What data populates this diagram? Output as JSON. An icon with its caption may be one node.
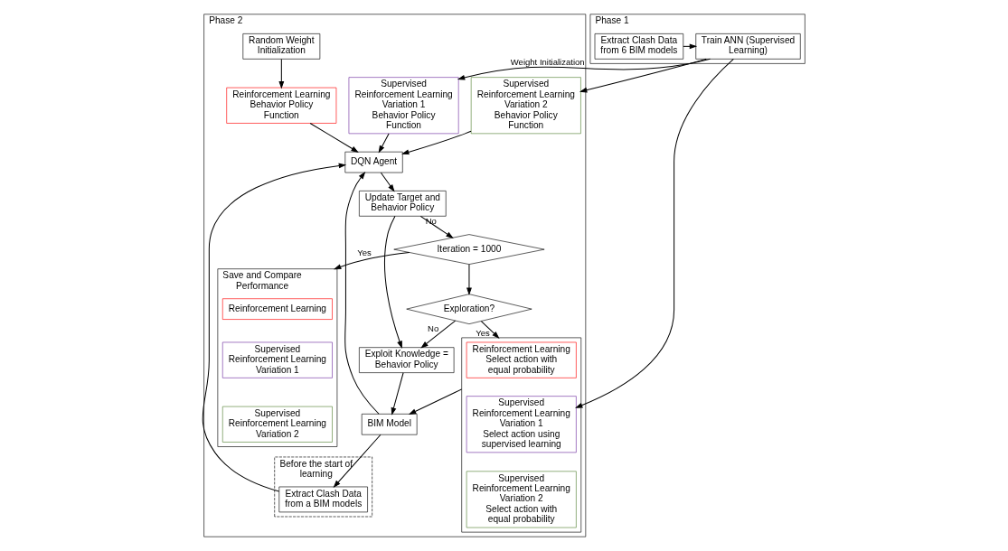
{
  "diagram": {
    "nodes": [
      {
        "text": [
          "Phase 1"
        ]
      },
      {
        "text": [
          "Extract Clash Data from 6 BIM models"
        ],
        "in": 0
      },
      {
        "text": [
          "Train ANN (Supervised Learning)"
        ],
        "in": 0
      },
      {
        "text": [
          "Phase 2"
        ]
      },
      {
        "text": [
          "Random Weight Initialization"
        ],
        "in": 3
      },
      {
        "text": [
          "Reinforcement Learning",
          "Behavior Policy Function"
        ],
        "in": 3
      },
      {
        "text": [
          "Supervised Reinforcement Learning Variation 1",
          "Behavior Policy Function"
        ],
        "in": 3
      },
      {
        "text": [
          "Supervised Reinforcement Learning Variation 2",
          "Behavior Policy Function"
        ],
        "in": 3
      },
      {
        "text": [
          "Iteration = 1000"
        ],
        "in": 3
      },
      {
        "text": [
          "Save and Compare Performance"
        ],
        "in": 3
      },
      {
        "text": [
          "Reinforcement Learning"
        ],
        "in": 9
      },
      {
        "text": [
          "Supervised Reinforcement Learning Variation 1"
        ],
        "in": 9
      },
      {
        "text": [
          "Supervised Reinforcement Learning Variation 2"
        ],
        "in": 9
      },
      {
        "text": [
          "Before the start of learning"
        ],
        "in": 3
      },
      {
        "text": [
          "Extract Clash Data from a BIM models"
        ],
        "in": 13
      },
      {
        "text": [
          "DQN Agent"
        ],
        "in": 3
      },
      {
        "text": [
          "Update Target and Behavior Policy"
        ],
        "in": 3
      },
      {
        "text": [
          "Exploit Knowledge = Behavior Policy"
        ],
        "in": 3
      },
      {
        "text": [
          "Exploration?"
        ],
        "in": 3
      },
      {
        "text": [
          "BIM Model"
        ],
        "in": 3
      },
      {
        "text": [],
        "shape": "box",
        "in": 3
      },
      {
        "text": [
          "Reinforcement Learning",
          "Select action with equal probability"
        ],
        "in": 20
      },
      {
        "text": [
          "Supervised Reinforcement Learning Variation 1",
          "Select action using supervised learning"
        ],
        "in": 20
      },
      {
        "text": [
          "Supervised Reinforcement Learning Variation 2",
          "Select action with equal probability"
        ],
        "in": 20
      }
    ],
    "edges": [
      {
        "from": 1,
        "to": 2,
        "arrow": "to"
      },
      {
        "from": 2,
        "to": 6,
        "arrow": "to",
        "label": "Weight Initialization"
      },
      {
        "from": 2,
        "to": 7,
        "arrow": "to"
      },
      {
        "from": 2,
        "to": 22,
        "arrow": "to"
      },
      {
        "from": 4,
        "to": 5,
        "arrow": "to"
      },
      {
        "from": 5,
        "to": 15,
        "arrow": "to"
      },
      {
        "from": 6,
        "to": 15,
        "arrow": "to"
      },
      {
        "from": 7,
        "to": 15,
        "arrow": "to"
      },
      {
        "from": 14,
        "to": 15,
        "arrow": "to"
      },
      {
        "from": 19,
        "to": 14,
        "arrow": "to"
      },
      {
        "from": 19,
        "to": 15,
        "arrow": "to"
      },
      {
        "from": 15,
        "to": 16,
        "arrow": "to"
      },
      {
        "from": 16,
        "to": 8,
        "arrow": "to",
        "label": "No"
      },
      {
        "from": 8,
        "to": 9,
        "arrow": "to",
        "label": "Yes"
      },
      {
        "from": 8,
        "to": 18,
        "arrow": "to"
      },
      {
        "from": 16,
        "to": 17,
        "arrow": "to"
      },
      {
        "from": 18,
        "to": 17,
        "arrow": "to",
        "label": "No"
      },
      {
        "from": 18,
        "to": 20,
        "arrow": "to",
        "label": "Yes"
      },
      {
        "from": 17,
        "to": 19,
        "arrow": "to"
      },
      {
        "from": 20,
        "to": 19,
        "arrow": "to"
      }
    ]
  }
}
